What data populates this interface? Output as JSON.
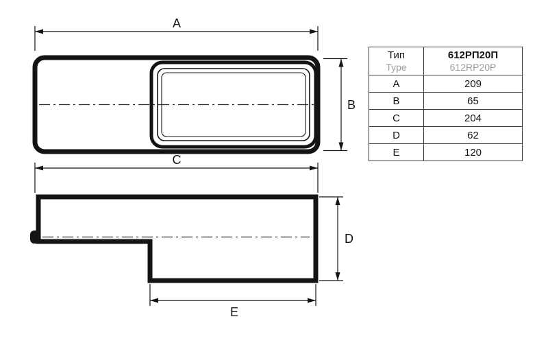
{
  "drawing": {
    "labels": {
      "A": "A",
      "B": "B",
      "C": "C",
      "D": "D",
      "E": "E"
    }
  },
  "table": {
    "type_label_ru": "Тип",
    "type_label_en": "Type",
    "model_ru": "612РП20П",
    "model_en": "612RP20P",
    "rows": [
      {
        "param": "A",
        "value": "209"
      },
      {
        "param": "B",
        "value": "65"
      },
      {
        "param": "C",
        "value": "204"
      },
      {
        "param": "D",
        "value": "62"
      },
      {
        "param": "E",
        "value": "120"
      }
    ]
  },
  "colors": {
    "line": "#141414",
    "gray_text": "#9c9c9c"
  }
}
